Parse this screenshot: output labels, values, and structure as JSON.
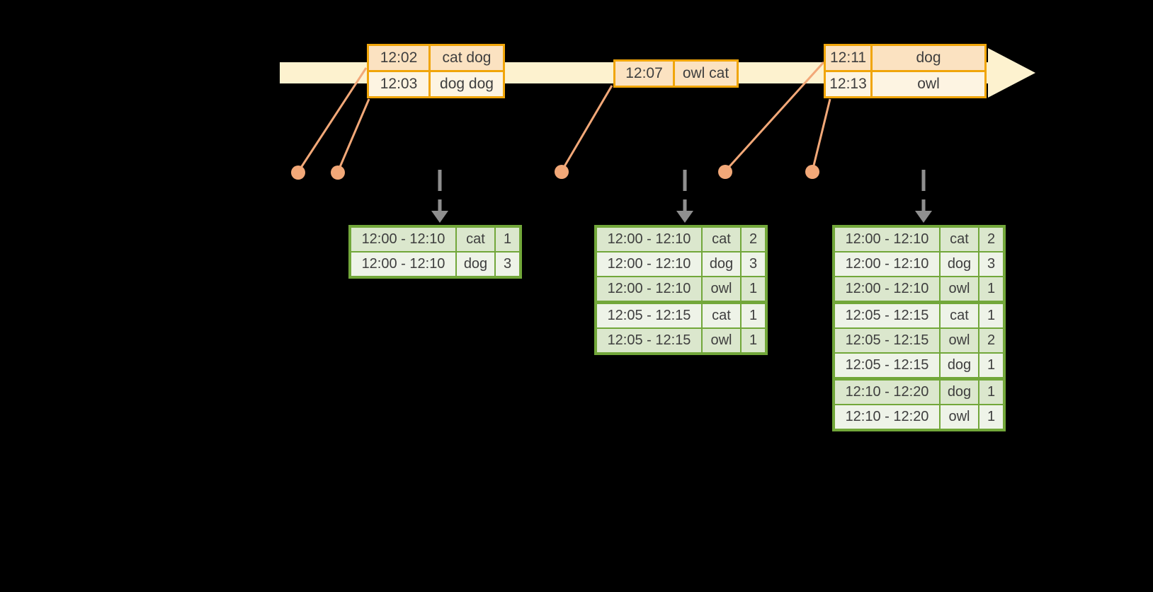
{
  "colors": {
    "cream": "#fdf2cf",
    "gold": "#f0a50a",
    "peach": "#fbe2c1",
    "peach_light": "#fdf4e2",
    "salmon": "#f2a878",
    "gray": "#8f8f8f",
    "green": "#72a73a",
    "green_dark": "#dbe7cd",
    "green_light": "#eef3e8",
    "text": "#3e3e3e"
  },
  "icons": {
    "timeline_arrowhead": "right-arrowhead",
    "event_dot": "filled-circle",
    "trigger_arrow": "dashed-down-arrow"
  },
  "event_boxes": [
    {
      "rows": [
        {
          "time": "12:02",
          "words": "cat dog"
        },
        {
          "time": "12:03",
          "words": "dog dog"
        }
      ]
    },
    {
      "rows": [
        {
          "time": "12:07",
          "words": "owl cat"
        }
      ]
    },
    {
      "rows": [
        {
          "time": "12:11",
          "words": "dog"
        },
        {
          "time": "12:13",
          "words": "owl"
        }
      ]
    }
  ],
  "result_tables": [
    {
      "rows": [
        {
          "window": "12:00 - 12:10",
          "word": "cat",
          "count": "1"
        },
        {
          "window": "12:00 - 12:10",
          "word": "dog",
          "count": "3"
        }
      ]
    },
    {
      "rows": [
        {
          "window": "12:00 - 12:10",
          "word": "cat",
          "count": "2"
        },
        {
          "window": "12:00 - 12:10",
          "word": "dog",
          "count": "3"
        },
        {
          "window": "12:00 - 12:10",
          "word": "owl",
          "count": "1"
        },
        {
          "window": "12:05 - 12:15",
          "word": "cat",
          "count": "1"
        },
        {
          "window": "12:05 - 12:15",
          "word": "owl",
          "count": "1"
        }
      ]
    },
    {
      "rows": [
        {
          "window": "12:00 - 12:10",
          "word": "cat",
          "count": "2"
        },
        {
          "window": "12:00 - 12:10",
          "word": "dog",
          "count": "3"
        },
        {
          "window": "12:00 - 12:10",
          "word": "owl",
          "count": "1"
        },
        {
          "window": "12:05 - 12:15",
          "word": "cat",
          "count": "1"
        },
        {
          "window": "12:05 - 12:15",
          "word": "owl",
          "count": "2"
        },
        {
          "window": "12:05 - 12:15",
          "word": "dog",
          "count": "1"
        },
        {
          "window": "12:10 - 12:20",
          "word": "dog",
          "count": "1"
        },
        {
          "window": "12:10 - 12:20",
          "word": "owl",
          "count": "1"
        }
      ]
    }
  ]
}
